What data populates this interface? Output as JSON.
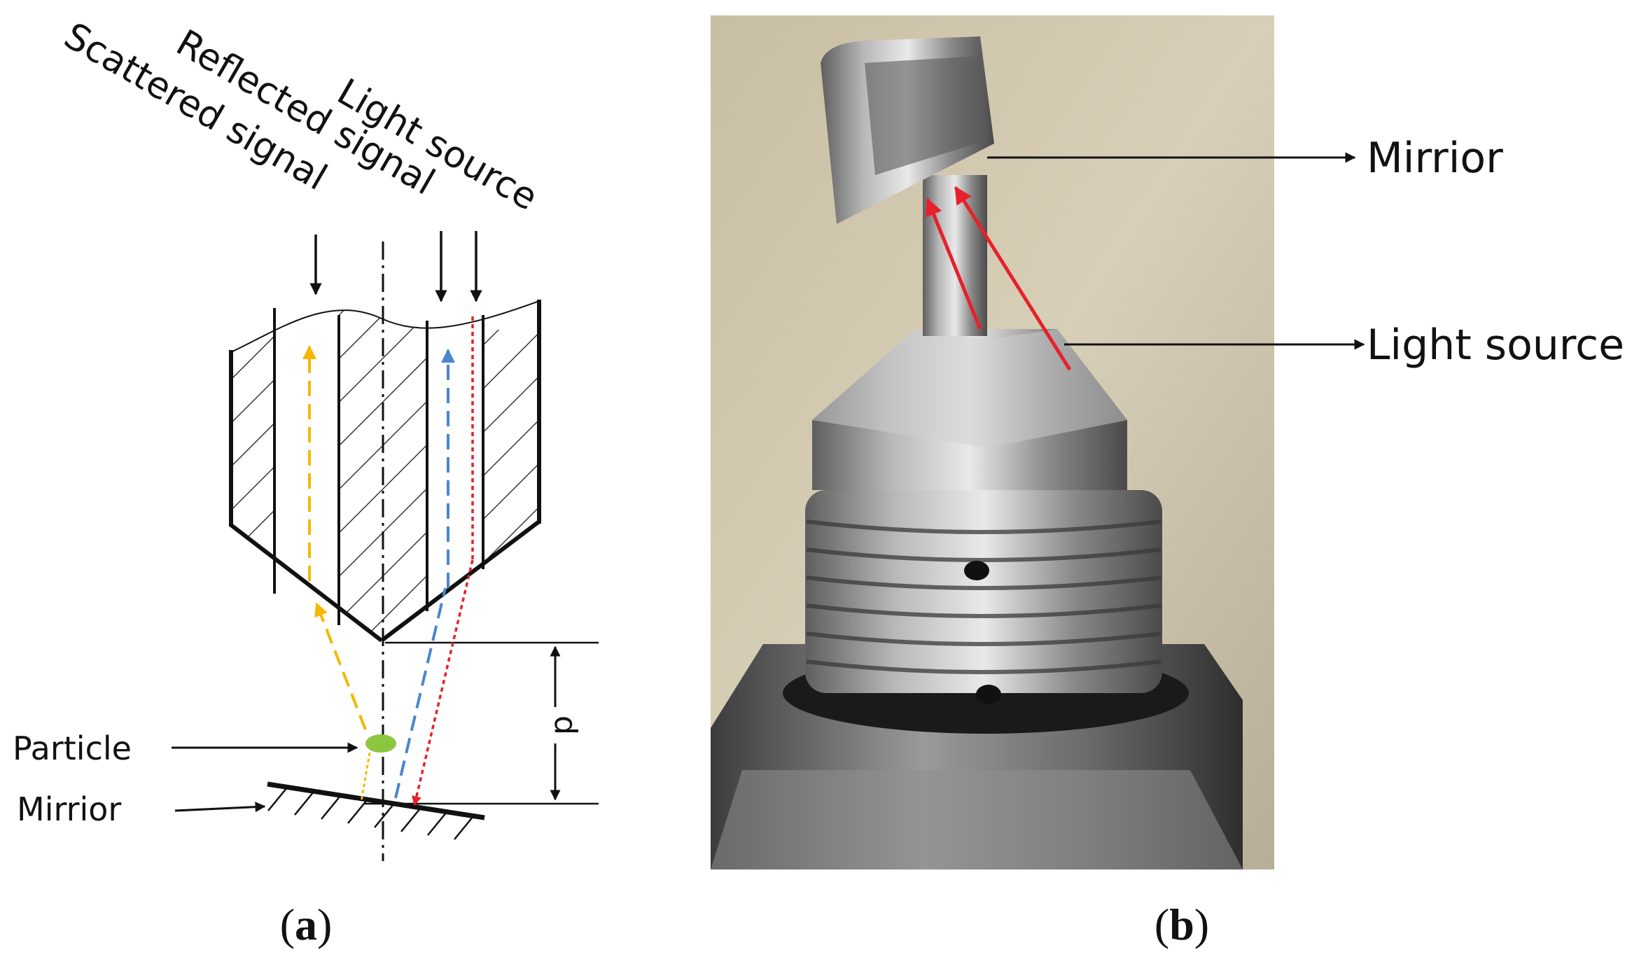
{
  "panel_a": {
    "caption_letter": "a",
    "labels": {
      "scattered_signal": "Scattered signal",
      "reflected_signal": "Reflected signal",
      "light_source": "Light source",
      "particle": "Particle",
      "mirror": "Mirrior",
      "distance": "d"
    }
  },
  "panel_b": {
    "caption_letter": "b",
    "labels": {
      "mirror": "Mirrior",
      "light_source": "Light source"
    }
  },
  "colors": {
    "scattered": "#f5b800",
    "reflected": "#4a86d0",
    "source": "#e8202a",
    "particle": "#8cc63f",
    "ink": "#111111",
    "photo_arrow": "#e8202a"
  }
}
